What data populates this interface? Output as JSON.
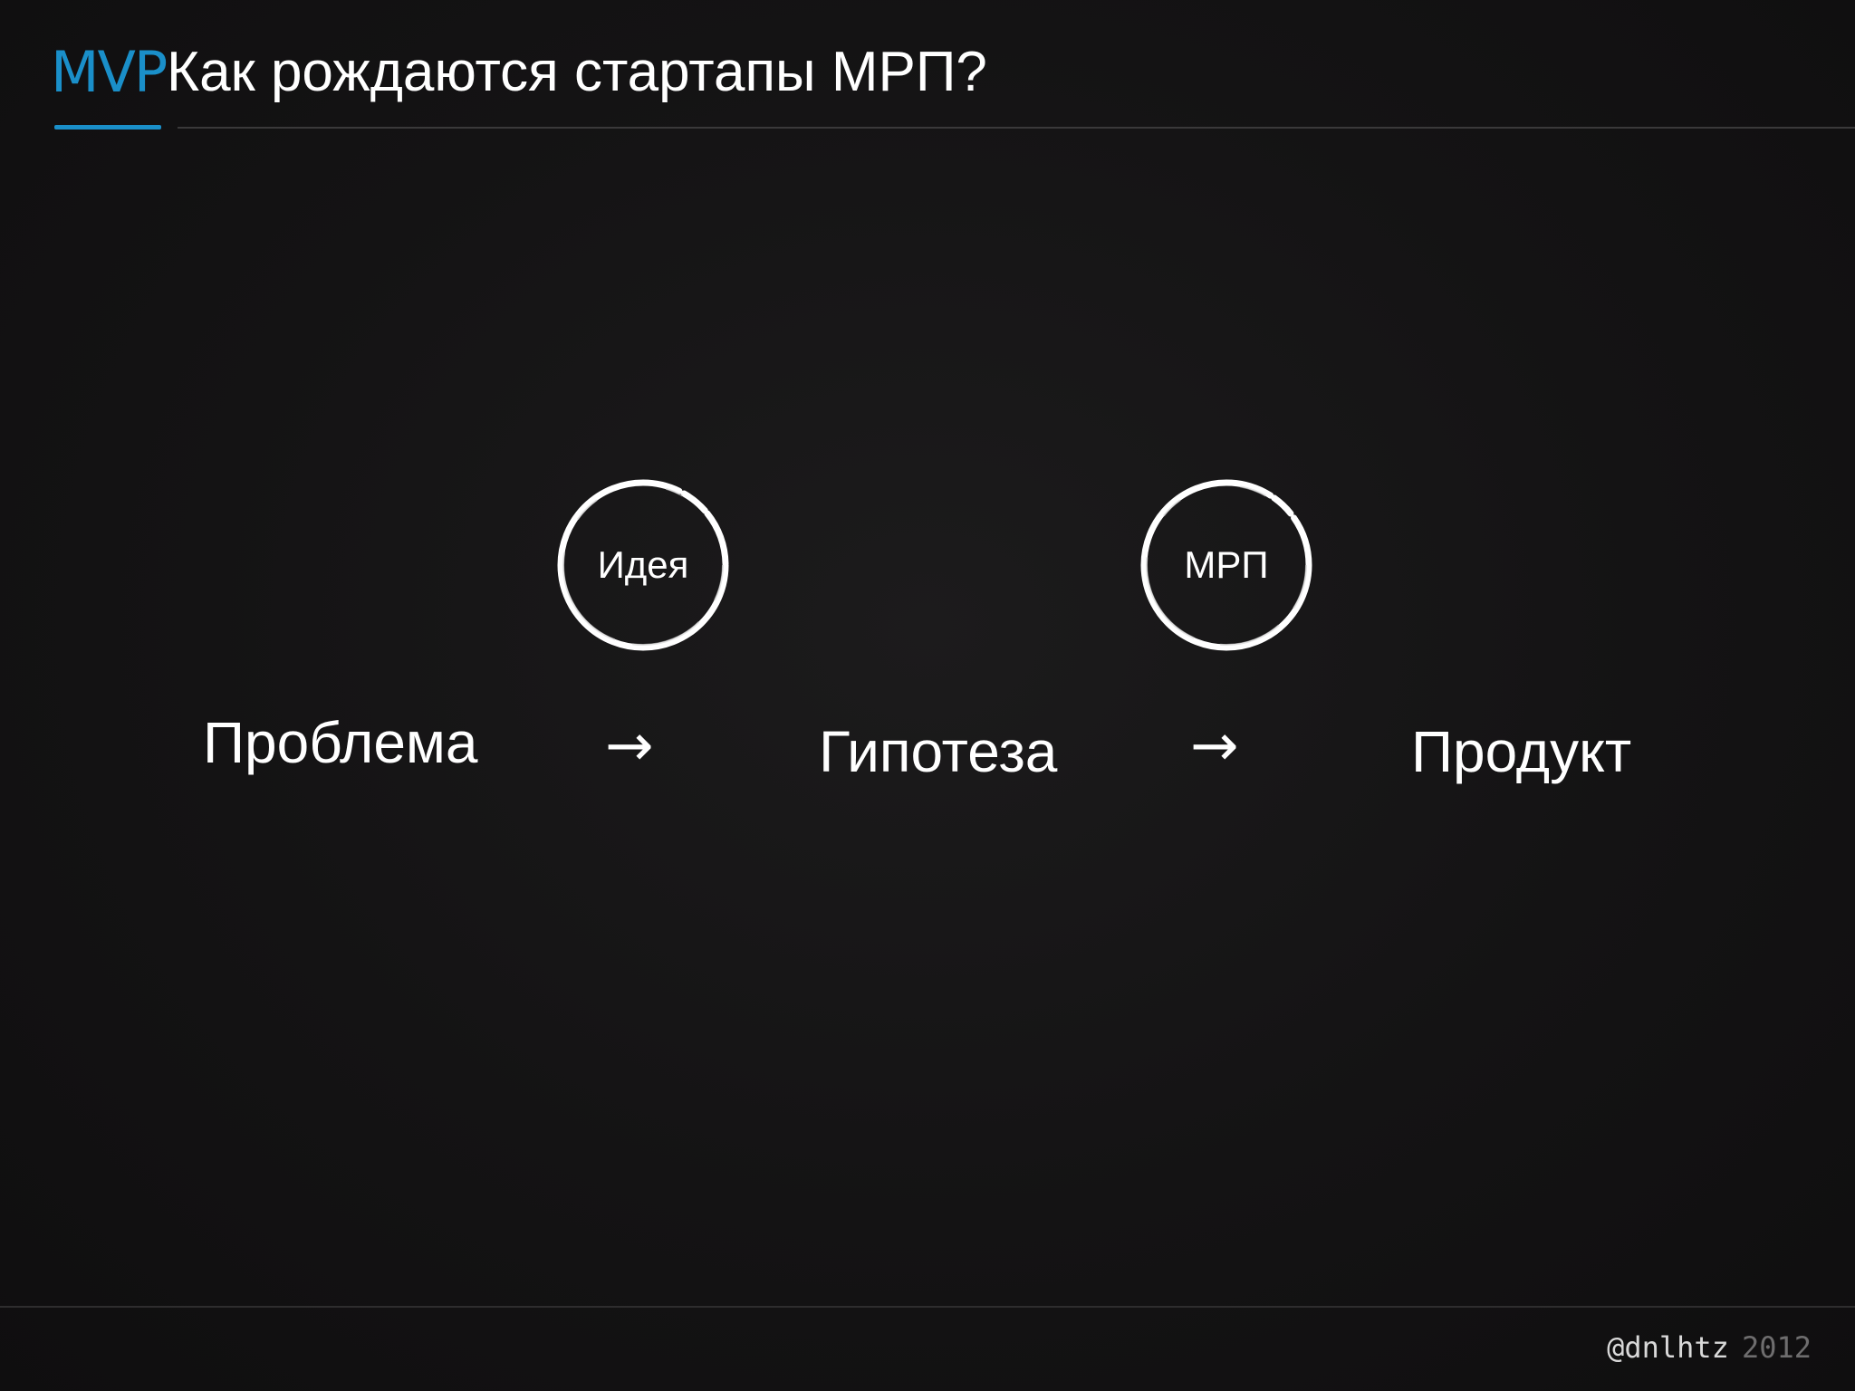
{
  "header": {
    "logo_text": "MVP",
    "title": "Как рождаются стартапы МРП?"
  },
  "diagram": {
    "steps": [
      {
        "label": "Проблема"
      },
      {
        "label": "Гипотеза"
      },
      {
        "label": "Продукт"
      }
    ],
    "arrows": [
      "→",
      "→"
    ],
    "circles": [
      {
        "label": "Идея"
      },
      {
        "label": "МРП"
      }
    ]
  },
  "footer": {
    "handle": "@dnlhtz",
    "year": "2012"
  },
  "colors": {
    "accent": "#1a8fc9",
    "background": "#141314",
    "text": "#ffffff"
  }
}
